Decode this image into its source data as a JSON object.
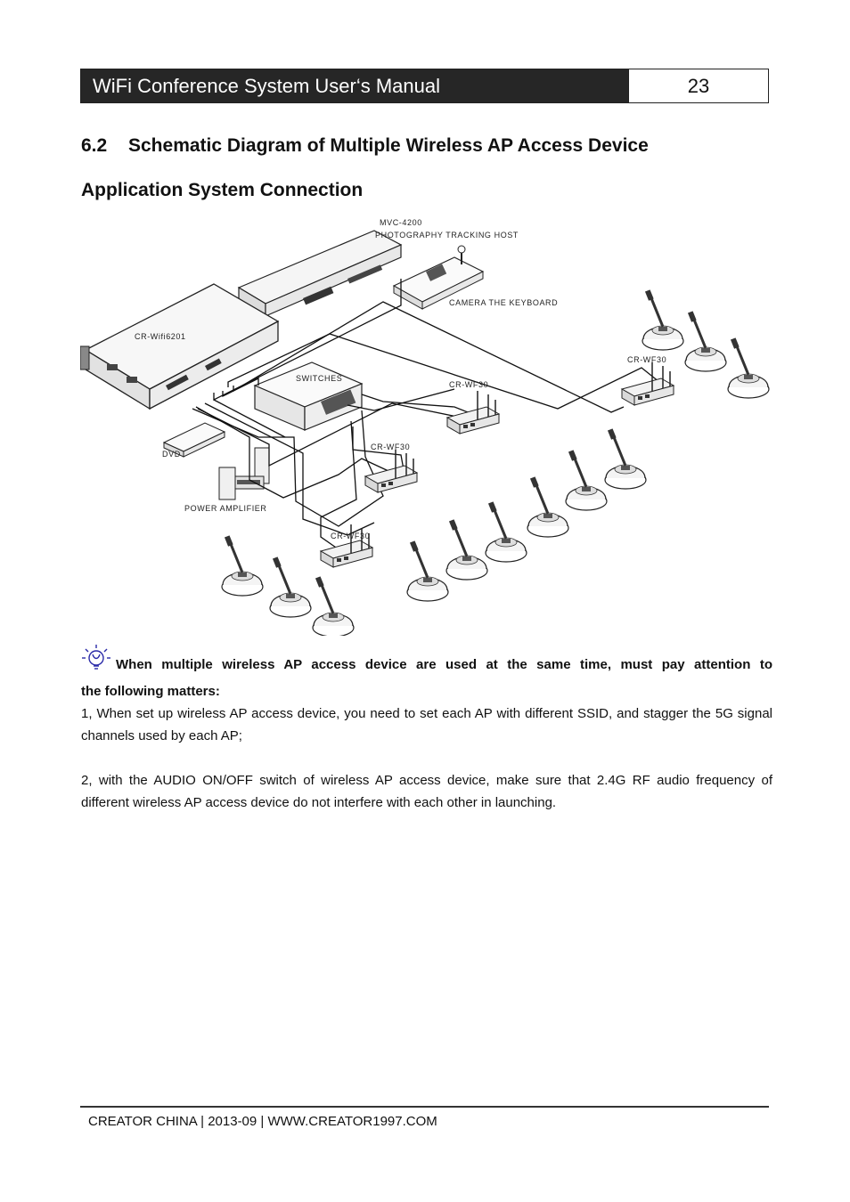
{
  "header": {
    "title": "WiFi Conference System User‘s Manual",
    "page_number": "23"
  },
  "section": {
    "number": "6.2",
    "title_line1": "Schematic Diagram of Multiple Wireless AP Access Device",
    "title_line2": "Application System Connection"
  },
  "diagram": {
    "host_model": "MVC-4200",
    "host_name": "PHOTOGRAPHY TRACKING HOST",
    "keyboard": "CAMERA THE KEYBOARD",
    "main_unit": "CR-Wifi6201",
    "switches": "SWITCHES",
    "ap": "CR-WF30",
    "dvd": "DVD",
    "amplifier": "POWER AMPLIFIER"
  },
  "note": {
    "icon": "lightbulb-hint-icon",
    "line1": "When multiple wireless AP access device are used at the same time, must pay attention to",
    "line2": "the following matters:",
    "para1": "1, When set up wireless AP access device, you need to set each AP with different SSID, and stagger the 5G signal channels used by each AP;",
    "para2": "2, with the AUDIO ON/OFF switch of wireless AP access device, make sure that 2.4G RF audio frequency of different wireless AP access device do not interfere with each other in launching."
  },
  "footer": {
    "text": "CREATOR CHINA | 2013-09 | WWW.CREATOR1997.COM"
  }
}
